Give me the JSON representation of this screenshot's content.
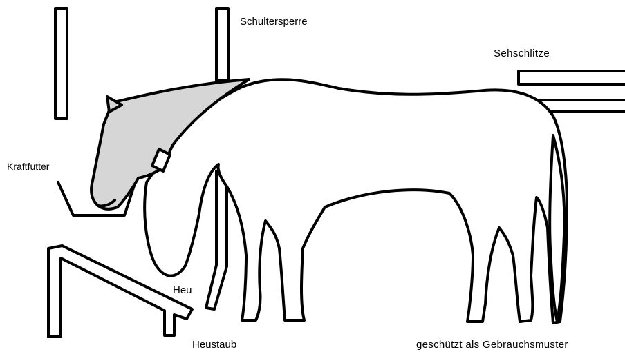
{
  "labels": {
    "schultersperre": "Schultersperre",
    "sehschlitze": "Sehschlitze",
    "kraftfutter": "Kraftfutter",
    "heu": "Heu",
    "heustaub": "Heustaub",
    "footer": "geschützt als Gebrauchsmuster"
  },
  "colors": {
    "outline": "#000000",
    "background": "#ffffff",
    "neck_shade": "#d6d6d6"
  }
}
